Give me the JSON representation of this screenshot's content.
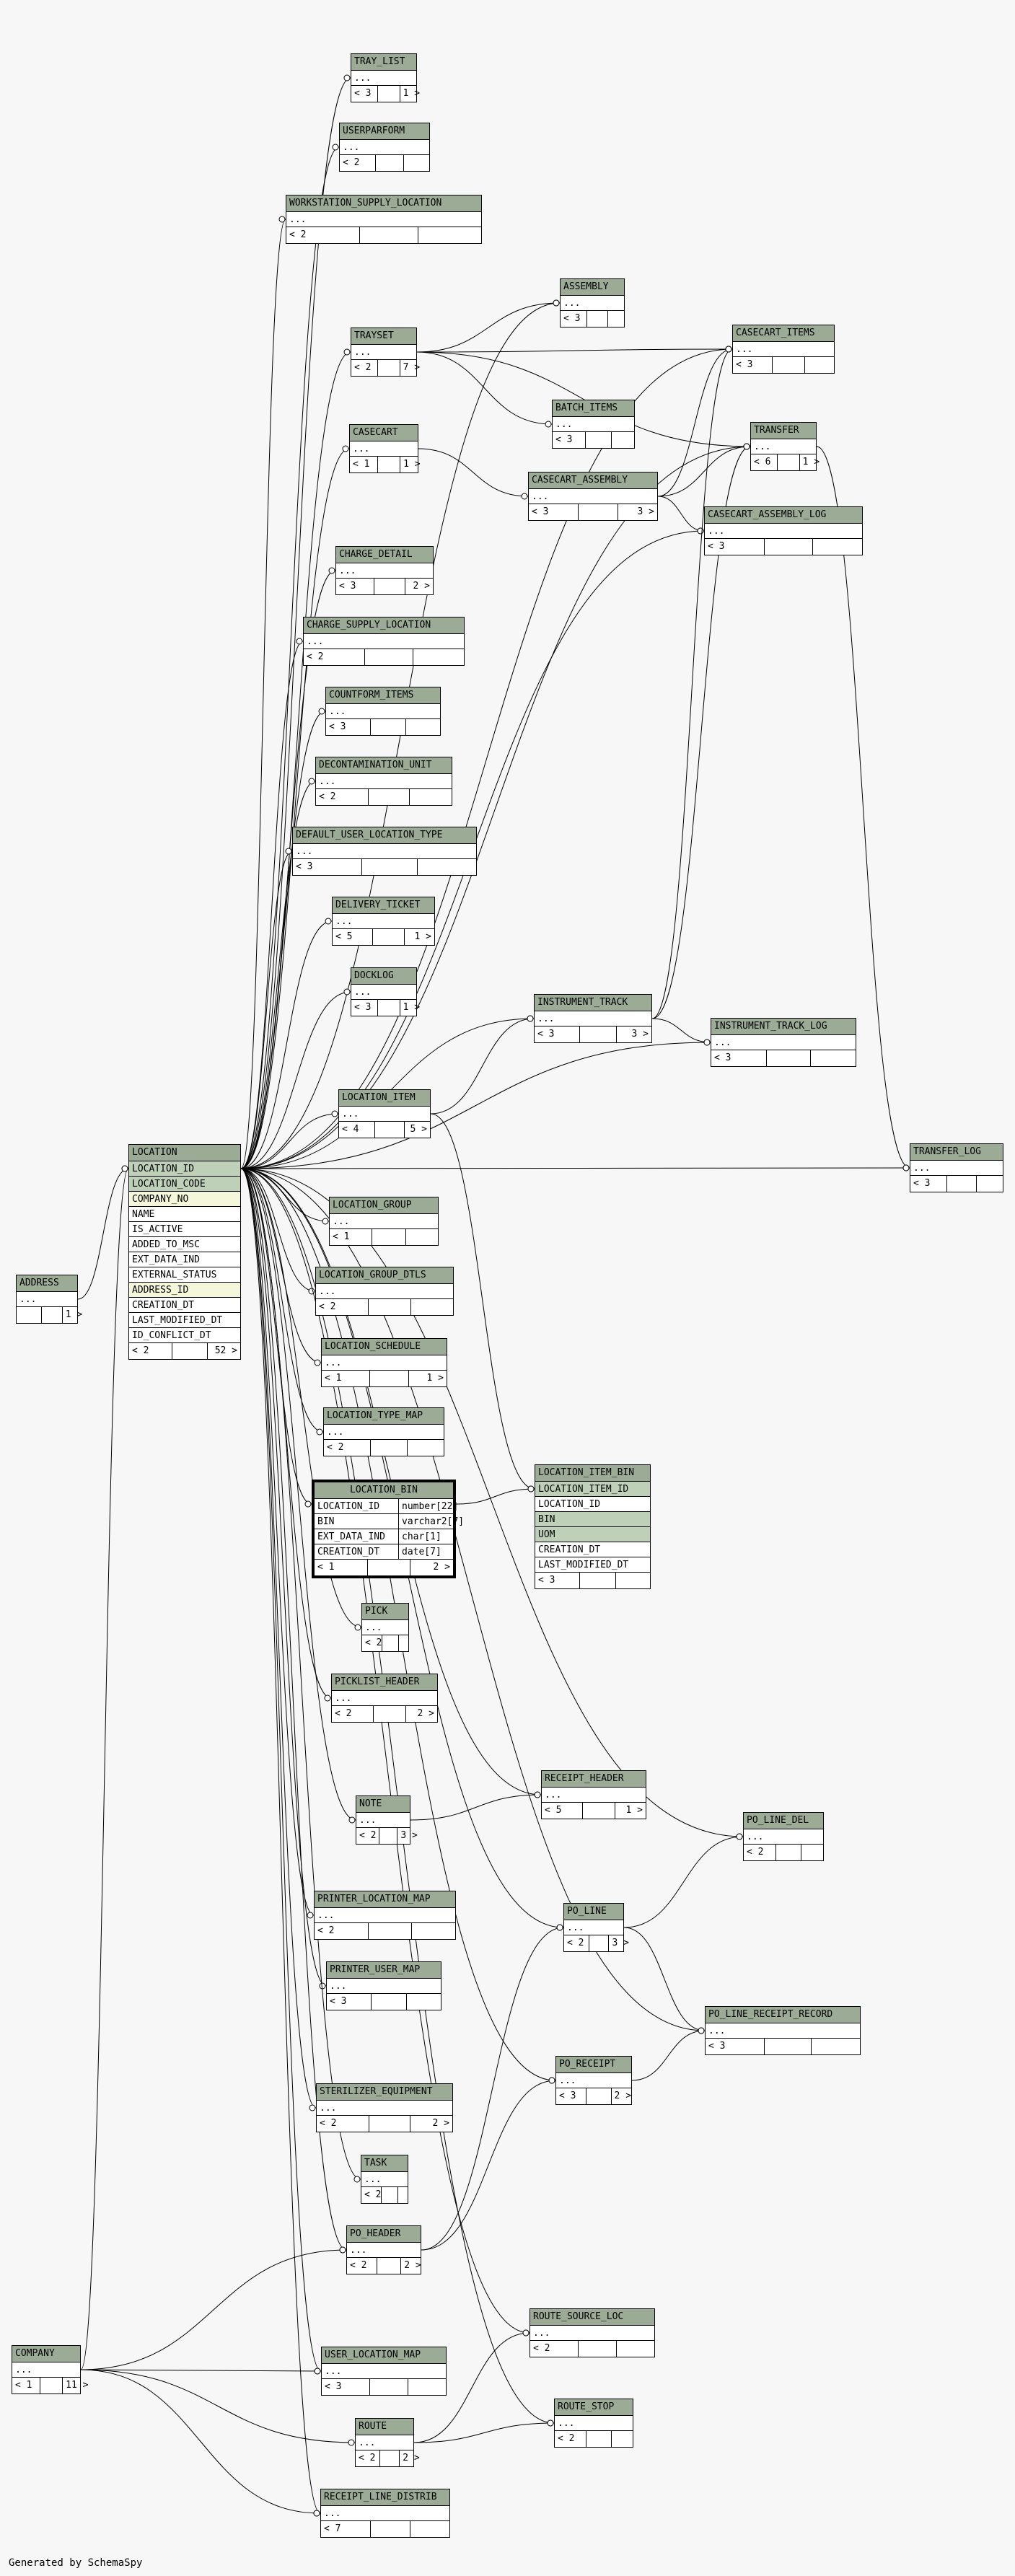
{
  "credit": "Generated by SchemaSpy",
  "focus_table": "LOCATION_BIN",
  "colors": {
    "header": "#9bab96",
    "primary_key": "#bed1b8",
    "indexed": "#f4f7da",
    "background": "#f7f7f7"
  },
  "tables": [
    {
      "id": "TRAY_LIST",
      "name": "TRAY_LIST",
      "rows": [
        {
          "t": "..."
        }
      ],
      "footer": [
        "< 3",
        "",
        "1 >"
      ]
    },
    {
      "id": "USERPARFORM",
      "name": "USERPARFORM",
      "rows": [
        {
          "t": "..."
        }
      ],
      "footer": [
        "< 2",
        "",
        ""
      ]
    },
    {
      "id": "WORKSTATION_SUPPLY_LOCATION",
      "name": "WORKSTATION_SUPPLY_LOCATION",
      "rows": [
        {
          "t": "..."
        }
      ],
      "footer": [
        "< 2",
        "",
        ""
      ]
    },
    {
      "id": "ASSEMBLY",
      "name": "ASSEMBLY",
      "rows": [
        {
          "t": "..."
        }
      ],
      "footer": [
        "< 3",
        "",
        ""
      ]
    },
    {
      "id": "TRAYSET",
      "name": "TRAYSET",
      "rows": [
        {
          "t": "..."
        }
      ],
      "footer": [
        "< 2",
        "",
        "7 >"
      ]
    },
    {
      "id": "CASECART_ITEMS",
      "name": "CASECART_ITEMS",
      "rows": [
        {
          "t": "..."
        }
      ],
      "footer": [
        "< 3",
        "",
        ""
      ]
    },
    {
      "id": "BATCH_ITEMS",
      "name": "BATCH_ITEMS",
      "rows": [
        {
          "t": "..."
        }
      ],
      "footer": [
        "< 3",
        "",
        ""
      ]
    },
    {
      "id": "TRANSFER",
      "name": "TRANSFER",
      "rows": [
        {
          "t": "..."
        }
      ],
      "footer": [
        "< 6",
        "",
        "1 >"
      ]
    },
    {
      "id": "CASECART",
      "name": "CASECART",
      "rows": [
        {
          "t": "..."
        }
      ],
      "footer": [
        "< 1",
        "",
        "1 >"
      ]
    },
    {
      "id": "CASECART_ASSEMBLY",
      "name": "CASECART_ASSEMBLY",
      "rows": [
        {
          "t": "..."
        }
      ],
      "footer": [
        "< 3",
        "",
        "3 >"
      ]
    },
    {
      "id": "CASECART_ASSEMBLY_LOG",
      "name": "CASECART_ASSEMBLY_LOG",
      "rows": [
        {
          "t": "..."
        }
      ],
      "footer": [
        "< 3",
        "",
        ""
      ]
    },
    {
      "id": "CHARGE_DETAIL",
      "name": "CHARGE_DETAIL",
      "rows": [
        {
          "t": "..."
        }
      ],
      "footer": [
        "< 3",
        "",
        "2 >"
      ]
    },
    {
      "id": "CHARGE_SUPPLY_LOCATION",
      "name": "CHARGE_SUPPLY_LOCATION",
      "rows": [
        {
          "t": "..."
        }
      ],
      "footer": [
        "< 2",
        "",
        ""
      ]
    },
    {
      "id": "COUNTFORM_ITEMS",
      "name": "COUNTFORM_ITEMS",
      "rows": [
        {
          "t": "..."
        }
      ],
      "footer": [
        "< 3",
        "",
        ""
      ]
    },
    {
      "id": "DECONTAMINATION_UNIT",
      "name": "DECONTAMINATION_UNIT",
      "rows": [
        {
          "t": "..."
        }
      ],
      "footer": [
        "< 2",
        "",
        ""
      ]
    },
    {
      "id": "DEFAULT_USER_LOCATION_TYPE",
      "name": "DEFAULT_USER_LOCATION_TYPE",
      "rows": [
        {
          "t": "..."
        }
      ],
      "footer": [
        "< 3",
        "",
        ""
      ]
    },
    {
      "id": "DELIVERY_TICKET",
      "name": "DELIVERY_TICKET",
      "rows": [
        {
          "t": "..."
        }
      ],
      "footer": [
        "< 5",
        "",
        "1 >"
      ]
    },
    {
      "id": "DOCKLOG",
      "name": "DOCKLOG",
      "rows": [
        {
          "t": "..."
        }
      ],
      "footer": [
        "< 3",
        "",
        "1 >"
      ]
    },
    {
      "id": "INSTRUMENT_TRACK",
      "name": "INSTRUMENT_TRACK",
      "rows": [
        {
          "t": "..."
        }
      ],
      "footer": [
        "< 3",
        "",
        "3 >"
      ]
    },
    {
      "id": "INSTRUMENT_TRACK_LOG",
      "name": "INSTRUMENT_TRACK_LOG",
      "rows": [
        {
          "t": "..."
        }
      ],
      "footer": [
        "< 3",
        "",
        ""
      ]
    },
    {
      "id": "LOCATION_ITEM",
      "name": "LOCATION_ITEM",
      "rows": [
        {
          "t": "..."
        }
      ],
      "footer": [
        "< 4",
        "",
        "5 >"
      ]
    },
    {
      "id": "TRANSFER_LOG",
      "name": "TRANSFER_LOG",
      "rows": [
        {
          "t": "..."
        }
      ],
      "footer": [
        "< 3",
        "",
        ""
      ]
    },
    {
      "id": "LOCATION",
      "name": "LOCATION",
      "rows": [
        {
          "t": "LOCATION_ID",
          "k": "pk"
        },
        {
          "t": "LOCATION_CODE",
          "k": "pk"
        },
        {
          "t": "COMPANY_NO",
          "k": "idx"
        },
        {
          "t": "NAME"
        },
        {
          "t": "IS_ACTIVE"
        },
        {
          "t": "ADDED_TO_MSC"
        },
        {
          "t": "EXT_DATA_IND"
        },
        {
          "t": "EXTERNAL_STATUS"
        },
        {
          "t": "ADDRESS_ID",
          "k": "idx"
        },
        {
          "t": "CREATION_DT"
        },
        {
          "t": "LAST_MODIFIED_DT"
        },
        {
          "t": "ID_CONFLICT_DT"
        }
      ],
      "footer": [
        "< 2",
        "",
        "52 >"
      ]
    },
    {
      "id": "ADDRESS",
      "name": "ADDRESS",
      "rows": [
        {
          "t": "..."
        }
      ],
      "footer": [
        "",
        "",
        "1 >"
      ]
    },
    {
      "id": "LOCATION_GROUP",
      "name": "LOCATION_GROUP",
      "rows": [
        {
          "t": "..."
        }
      ],
      "footer": [
        "< 1",
        "",
        ""
      ]
    },
    {
      "id": "LOCATION_GROUP_DTLS",
      "name": "LOCATION_GROUP_DTLS",
      "rows": [
        {
          "t": "..."
        }
      ],
      "footer": [
        "< 2",
        "",
        ""
      ]
    },
    {
      "id": "LOCATION_SCHEDULE",
      "name": "LOCATION_SCHEDULE",
      "rows": [
        {
          "t": "..."
        }
      ],
      "footer": [
        "< 1",
        "",
        "1 >"
      ]
    },
    {
      "id": "LOCATION_TYPE_MAP",
      "name": "LOCATION_TYPE_MAP",
      "rows": [
        {
          "t": "..."
        }
      ],
      "footer": [
        "< 2",
        "",
        ""
      ]
    },
    {
      "id": "LOCATION_BIN",
      "name": "LOCATION_BIN",
      "focus": true,
      "rows": [
        {
          "t": "LOCATION_ID",
          "type": "number[22]"
        },
        {
          "t": "BIN",
          "type": "varchar2[7]"
        },
        {
          "t": "EXT_DATA_IND",
          "type": "char[1]"
        },
        {
          "t": "CREATION_DT",
          "type": "date[7]"
        }
      ],
      "footer": [
        "< 1",
        "",
        "2 >"
      ]
    },
    {
      "id": "LOCATION_ITEM_BIN",
      "name": "LOCATION_ITEM_BIN",
      "rows": [
        {
          "t": "LOCATION_ITEM_ID",
          "k": "pk"
        },
        {
          "t": "LOCATION_ID"
        },
        {
          "t": "BIN",
          "k": "pk"
        },
        {
          "t": "UOM",
          "k": "pk"
        },
        {
          "t": "CREATION_DT"
        },
        {
          "t": "LAST_MODIFIED_DT"
        }
      ],
      "footer": [
        "< 3",
        "",
        ""
      ]
    },
    {
      "id": "PICK",
      "name": "PICK",
      "rows": [
        {
          "t": "..."
        }
      ],
      "footer": [
        "< 2",
        "",
        ""
      ]
    },
    {
      "id": "PICKLIST_HEADER",
      "name": "PICKLIST_HEADER",
      "rows": [
        {
          "t": "..."
        }
      ],
      "footer": [
        "< 2",
        "",
        "2 >"
      ]
    },
    {
      "id": "RECEIPT_HEADER",
      "name": "RECEIPT_HEADER",
      "rows": [
        {
          "t": "..."
        }
      ],
      "footer": [
        "< 5",
        "",
        "1 >"
      ]
    },
    {
      "id": "NOTE",
      "name": "NOTE",
      "rows": [
        {
          "t": "..."
        }
      ],
      "footer": [
        "< 2",
        "",
        "3 >"
      ]
    },
    {
      "id": "PO_LINE_DEL",
      "name": "PO_LINE_DEL",
      "rows": [
        {
          "t": "..."
        }
      ],
      "footer": [
        "< 2",
        "",
        ""
      ]
    },
    {
      "id": "PRINTER_LOCATION_MAP",
      "name": "PRINTER_LOCATION_MAP",
      "rows": [
        {
          "t": "..."
        }
      ],
      "footer": [
        "< 2",
        "",
        ""
      ]
    },
    {
      "id": "PO_LINE",
      "name": "PO_LINE",
      "rows": [
        {
          "t": "..."
        }
      ],
      "footer": [
        "< 2",
        "",
        "3 >"
      ]
    },
    {
      "id": "PRINTER_USER_MAP",
      "name": "PRINTER_USER_MAP",
      "rows": [
        {
          "t": "..."
        }
      ],
      "footer": [
        "< 3",
        "",
        ""
      ]
    },
    {
      "id": "PO_LINE_RECEIPT_RECORD",
      "name": "PO_LINE_RECEIPT_RECORD",
      "rows": [
        {
          "t": "..."
        }
      ],
      "footer": [
        "< 3",
        "",
        ""
      ]
    },
    {
      "id": "PO_RECEIPT",
      "name": "PO_RECEIPT",
      "rows": [
        {
          "t": "..."
        }
      ],
      "footer": [
        "< 3",
        "",
        "2 >"
      ]
    },
    {
      "id": "STERILIZER_EQUIPMENT",
      "name": "STERILIZER_EQUIPMENT",
      "rows": [
        {
          "t": "..."
        }
      ],
      "footer": [
        "< 2",
        "",
        "2 >"
      ]
    },
    {
      "id": "TASK",
      "name": "TASK",
      "rows": [
        {
          "t": "..."
        }
      ],
      "footer": [
        "< 2",
        "",
        ""
      ]
    },
    {
      "id": "PO_HEADER",
      "name": "PO_HEADER",
      "rows": [
        {
          "t": "..."
        }
      ],
      "footer": [
        "< 2",
        "",
        "2 >"
      ]
    },
    {
      "id": "ROUTE_SOURCE_LOC",
      "name": "ROUTE_SOURCE_LOC",
      "rows": [
        {
          "t": "..."
        }
      ],
      "footer": [
        "< 2",
        "",
        ""
      ]
    },
    {
      "id": "COMPANY",
      "name": "COMPANY",
      "rows": [
        {
          "t": "..."
        }
      ],
      "footer": [
        "< 1",
        "",
        "11 >"
      ]
    },
    {
      "id": "USER_LOCATION_MAP",
      "name": "USER_LOCATION_MAP",
      "rows": [
        {
          "t": "..."
        }
      ],
      "footer": [
        "< 3",
        "",
        ""
      ]
    },
    {
      "id": "ROUTE_STOP",
      "name": "ROUTE_STOP",
      "rows": [
        {
          "t": "..."
        }
      ],
      "footer": [
        "< 2",
        "",
        ""
      ]
    },
    {
      "id": "ROUTE",
      "name": "ROUTE",
      "rows": [
        {
          "t": "..."
        }
      ],
      "footer": [
        "< 2",
        "",
        "2 >"
      ]
    },
    {
      "id": "RECEIPT_LINE_DISTRIB",
      "name": "RECEIPT_LINE_DISTRIB",
      "rows": [
        {
          "t": "..."
        }
      ],
      "footer": [
        "< 7",
        "",
        ""
      ]
    }
  ],
  "links": [
    [
      "TRAY_LIST",
      "LOCATION"
    ],
    [
      "USERPARFORM",
      "LOCATION"
    ],
    [
      "WORKSTATION_SUPPLY_LOCATION",
      "LOCATION"
    ],
    [
      "ASSEMBLY",
      "LOCATION"
    ],
    [
      "TRAYSET",
      "LOCATION"
    ],
    [
      "CASECART_ITEMS",
      "LOCATION"
    ],
    [
      "TRANSFER",
      "LOCATION"
    ],
    [
      "CASECART",
      "LOCATION"
    ],
    [
      "CASECART_ASSEMBLY_LOG",
      "LOCATION"
    ],
    [
      "CHARGE_DETAIL",
      "LOCATION"
    ],
    [
      "CHARGE_SUPPLY_LOCATION",
      "LOCATION"
    ],
    [
      "COUNTFORM_ITEMS",
      "LOCATION"
    ],
    [
      "DECONTAMINATION_UNIT",
      "LOCATION"
    ],
    [
      "DEFAULT_USER_LOCATION_TYPE",
      "LOCATION"
    ],
    [
      "DELIVERY_TICKET",
      "LOCATION"
    ],
    [
      "DOCKLOG",
      "LOCATION"
    ],
    [
      "INSTRUMENT_TRACK",
      "LOCATION"
    ],
    [
      "INSTRUMENT_TRACK_LOG",
      "LOCATION"
    ],
    [
      "LOCATION_ITEM",
      "LOCATION"
    ],
    [
      "TRANSFER_LOG",
      "LOCATION"
    ],
    [
      "LOCATION",
      "ADDRESS"
    ],
    [
      "LOCATION_GROUP",
      "LOCATION"
    ],
    [
      "LOCATION_GROUP_DTLS",
      "LOCATION"
    ],
    [
      "LOCATION_SCHEDULE",
      "LOCATION"
    ],
    [
      "LOCATION_TYPE_MAP",
      "LOCATION"
    ],
    [
      "LOCATION_BIN",
      "LOCATION"
    ],
    [
      "LOCATION_ITEM_BIN",
      "LOCATION_BIN"
    ],
    [
      "LOCATION_ITEM_BIN",
      "LOCATION_ITEM"
    ],
    [
      "PICK",
      "LOCATION"
    ],
    [
      "PICKLIST_HEADER",
      "LOCATION"
    ],
    [
      "RECEIPT_HEADER",
      "LOCATION"
    ],
    [
      "NOTE",
      "LOCATION"
    ],
    [
      "PO_LINE_DEL",
      "LOCATION"
    ],
    [
      "PRINTER_LOCATION_MAP",
      "LOCATION"
    ],
    [
      "PO_LINE",
      "LOCATION"
    ],
    [
      "PRINTER_USER_MAP",
      "LOCATION"
    ],
    [
      "PO_LINE_RECEIPT_RECORD",
      "LOCATION"
    ],
    [
      "PO_RECEIPT",
      "LOCATION"
    ],
    [
      "STERILIZER_EQUIPMENT",
      "LOCATION"
    ],
    [
      "TASK",
      "LOCATION"
    ],
    [
      "PO_HEADER",
      "LOCATION"
    ],
    [
      "ROUTE_SOURCE_LOC",
      "LOCATION"
    ],
    [
      "USER_LOCATION_MAP",
      "LOCATION"
    ],
    [
      "ROUTE_STOP",
      "LOCATION"
    ],
    [
      "RECEIPT_LINE_DISTRIB",
      "LOCATION"
    ],
    [
      "LOCATION",
      "COMPANY"
    ],
    [
      "PO_HEADER",
      "COMPANY"
    ],
    [
      "USER_LOCATION_MAP",
      "COMPANY"
    ],
    [
      "ROUTE",
      "COMPANY"
    ],
    [
      "RECEIPT_LINE_DISTRIB",
      "COMPANY"
    ],
    [
      "ASSEMBLY",
      "TRAYSET"
    ],
    [
      "BATCH_ITEMS",
      "TRAYSET"
    ],
    [
      "CASECART_ITEMS",
      "TRAYSET"
    ],
    [
      "TRANSFER",
      "TRAYSET"
    ],
    [
      "CASECART_ASSEMBLY",
      "CASECART"
    ],
    [
      "CASECART_ITEMS",
      "CASECART_ASSEMBLY"
    ],
    [
      "TRANSFER",
      "CASECART_ASSEMBLY"
    ],
    [
      "CASECART_ASSEMBLY_LOG",
      "CASECART_ASSEMBLY"
    ],
    [
      "CASECART_ITEMS",
      "INSTRUMENT_TRACK"
    ],
    [
      "TRANSFER",
      "INSTRUMENT_TRACK"
    ],
    [
      "INSTRUMENT_TRACK_LOG",
      "INSTRUMENT_TRACK"
    ],
    [
      "TRANSFER_LOG",
      "TRANSFER"
    ],
    [
      "INSTRUMENT_TRACK",
      "LOCATION_ITEM"
    ],
    [
      "RECEIPT_HEADER",
      "NOTE"
    ],
    [
      "PO_LINE_DEL",
      "PO_LINE"
    ],
    [
      "PO_LINE_RECEIPT_RECORD",
      "PO_LINE"
    ],
    [
      "PO_LINE_RECEIPT_RECORD",
      "PO_RECEIPT"
    ],
    [
      "PO_LINE",
      "PO_HEADER"
    ],
    [
      "PO_RECEIPT",
      "PO_HEADER"
    ],
    [
      "ROUTE_SOURCE_LOC",
      "ROUTE"
    ],
    [
      "ROUTE_STOP",
      "ROUTE"
    ]
  ]
}
